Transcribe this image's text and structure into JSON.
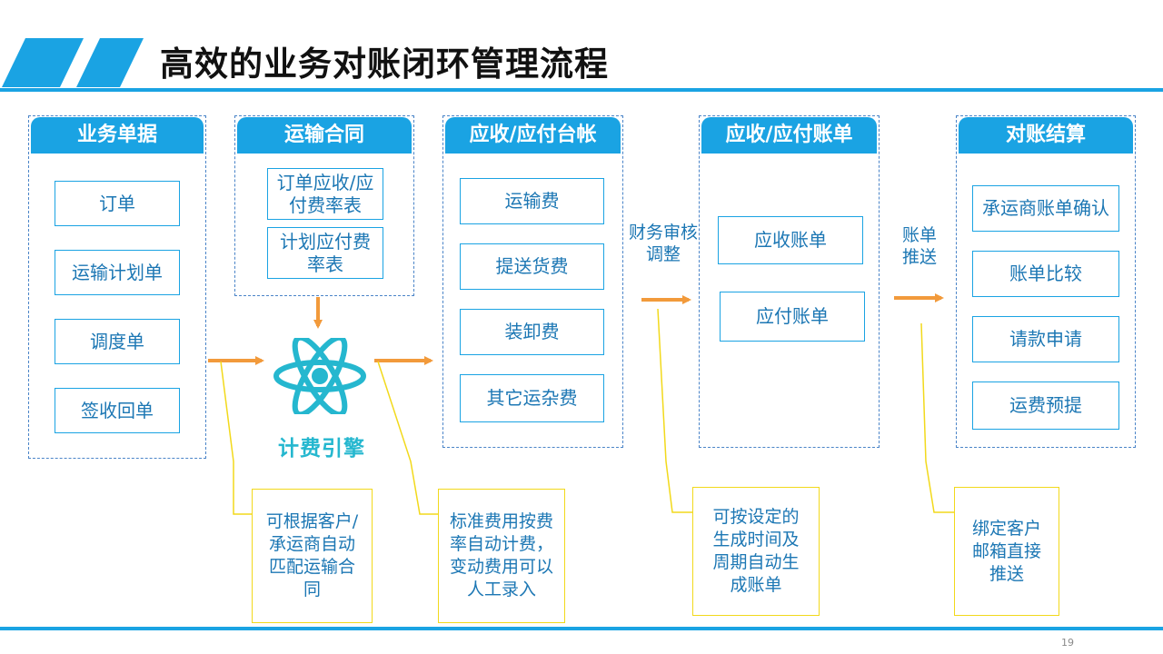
{
  "title": "高效的业务对账闭环管理流程",
  "page_number": "19",
  "columns": [
    {
      "header": "业务单据",
      "items": [
        "订单",
        "运输计划单",
        "调度单",
        "签收回单"
      ]
    },
    {
      "header": "运输合同",
      "items": [
        "订单应收/应付费率表",
        "计划应付费率表"
      ]
    },
    {
      "header": "应收/应付台帐",
      "items": [
        "运输费",
        "提送货费",
        "装卸费",
        "其它运杂费"
      ]
    },
    {
      "header": "应收/应付账单",
      "items": [
        "应收账单",
        "应付账单"
      ]
    },
    {
      "header": "对账结算",
      "items": [
        "承运商账单确认",
        "账单比较",
        "请款申请",
        "运费预提"
      ]
    }
  ],
  "engine": {
    "label": "计费引擎",
    "icon": "atom-icon"
  },
  "step_labels": {
    "finance_review": "财务审核调整",
    "bill_push": "账单推送"
  },
  "notes": [
    "可根据客户/承运商自动匹配运输合同",
    "标准费用按费率自动计费，变动费用可以人工录入",
    "可按设定的生成时间及周期自动生成账单",
    "绑定客户邮箱直接推送"
  ],
  "colors": {
    "accent_blue": "#1aa3e3",
    "text_blue": "#1c77b4",
    "arrow_orange": "#f29a3b",
    "note_yellow": "#f2d91b",
    "engine_teal": "#25b7cf"
  }
}
